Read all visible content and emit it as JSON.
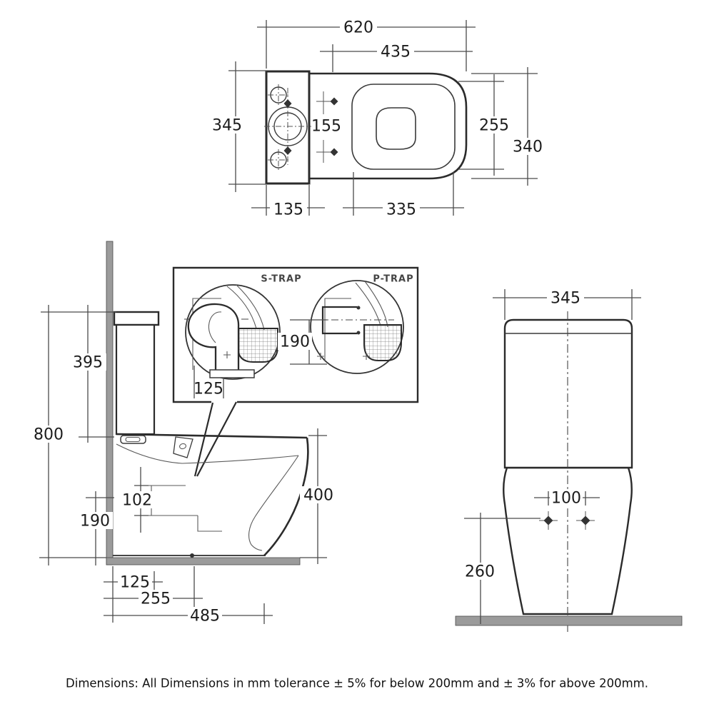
{
  "footer": {
    "note": "Dimensions: All Dimensions in mm tolerance ± 5% for below 200mm and ± 3% for above 200mm."
  },
  "plan_view": {
    "overall_length": "620",
    "seat_length": "435",
    "width": "345",
    "hinge_hole_spacing": "155",
    "opening_length": "255",
    "pan_width": "340",
    "cistern_depth": "135",
    "opening_inner_length": "335"
  },
  "trap_detail": {
    "s_trap_label": "S-TRAP",
    "p_trap_label": "P-TRAP",
    "outlet_centre_height": "190",
    "outlet_offset": "125"
  },
  "side_view": {
    "cistern_height": "395",
    "overall_height": "800",
    "outlet_bore": "102",
    "outlet_centre_height": "190",
    "rim_height": "400",
    "wall_to_outlet": "125",
    "wall_to_fixing": "255",
    "projection": "485"
  },
  "front_view": {
    "cistern_width": "345",
    "fixing_hole_centres": "100",
    "fixing_hole_height": "260"
  },
  "colors": {
    "line": "#2b2b2b",
    "thin_line": "#5a5a5a",
    "dim_line": "#4a4a4a",
    "masonry_grey": "#9b9b9b",
    "background": "#ffffff"
  }
}
